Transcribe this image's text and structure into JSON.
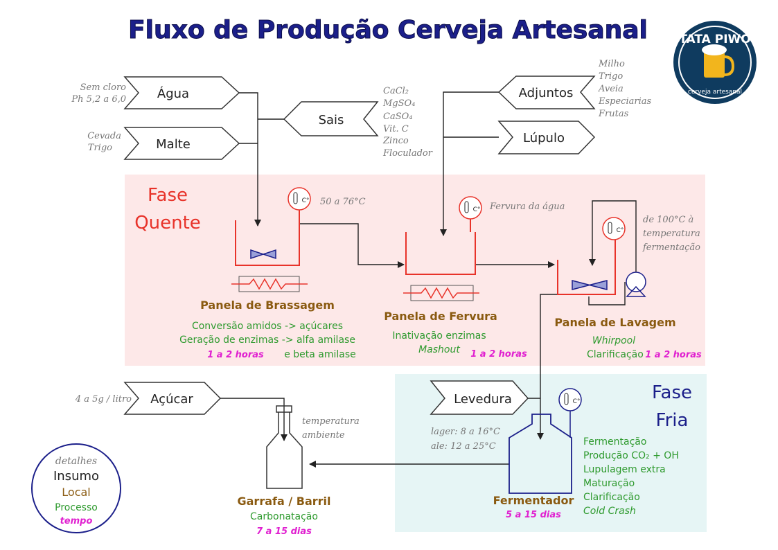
{
  "title": "Fluxo de Produção Cerveja Artesanal",
  "logo": {
    "name": "TATA PIWO",
    "tagline": "cerveja artesanal"
  },
  "phases": {
    "hot": {
      "line1": "Fase",
      "line2": "Quente"
    },
    "cold": {
      "line1": "Fase",
      "line2": "Fria"
    }
  },
  "inputs": {
    "agua": {
      "label": "Água",
      "details": [
        "Sem cloro",
        "Ph 5,2 a 6,0"
      ]
    },
    "malte": {
      "label": "Malte",
      "details": [
        "Cevada",
        "Trigo"
      ]
    },
    "sais": {
      "label": "Sais",
      "details": [
        "CaCl₂",
        "MgSO₄",
        "CaSO₄",
        "Vit. C",
        "Zinco",
        "Floculador"
      ]
    },
    "adjuntos": {
      "label": "Adjuntos",
      "details": [
        "Milho",
        "Trigo",
        "Aveia",
        "Especiarias",
        "Frutas"
      ]
    },
    "lupulo": {
      "label": "Lúpulo"
    },
    "acucar": {
      "label": "Açúcar",
      "detail": "4 a 5g / litro"
    },
    "levedura": {
      "label": "Levedura",
      "details": [
        "lager: 8 a 16°C",
        "ale: 12 a 25°C"
      ]
    }
  },
  "stages": {
    "brassagem": {
      "name": "Panela de Brassagem",
      "temp": "50 a 76°C",
      "processes": [
        "Conversão amidos -> açúcares",
        "Geração de enzimas -> alfa amilase",
        "e beta amilase"
      ],
      "time": "1 a 2 horas"
    },
    "fervura": {
      "name": "Panela de Fervura",
      "temp": "Fervura da água",
      "processes": [
        "Inativação enzimas",
        "Mashout"
      ],
      "time": "1 a 2 horas"
    },
    "lavagem": {
      "name": "Panela de Lavagem",
      "temp": [
        "de 100°C à",
        "temperatura",
        "fermentação"
      ],
      "processes": [
        "Whirpool",
        "Clarificação"
      ],
      "time": "1 a 2 horas"
    },
    "fermentador": {
      "name": "Fermentador",
      "processes": [
        "Fermentação",
        "Produção CO₂ + OH",
        "Lupulagem extra",
        "Maturação",
        "Clarificação",
        "Cold Crash"
      ],
      "time": "5 a 15 dias"
    },
    "garrafa": {
      "name": "Garrafa / Barril",
      "temp": [
        "temperatura",
        "ambiente"
      ],
      "processes": [
        "Carbonatação"
      ],
      "time": "7 a 15 dias"
    }
  },
  "thermometer_unit": "C°",
  "legend": {
    "detalhes": "detalhes",
    "insumo": "Insumo",
    "local": "Local",
    "processo": "Processo",
    "tempo": "tempo"
  },
  "colors": {
    "title": "#1b1f8a",
    "red": "#e8332a",
    "hot_bg": "#fde8e8",
    "cold_bg": "#e6f5f5",
    "brown": "#8a5a10",
    "green": "#2e9a2e",
    "magenta": "#e020d0",
    "navy": "#1b1f8a",
    "gray": "#777777"
  }
}
